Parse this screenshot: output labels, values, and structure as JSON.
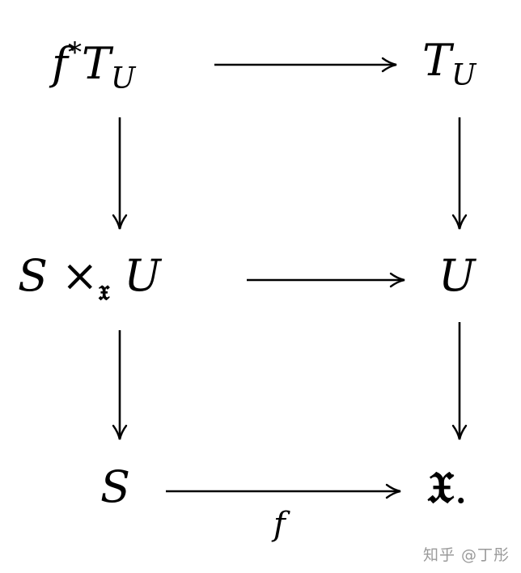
{
  "nodes": {
    "top_left": {
      "base": "f",
      "sup": "*",
      "main": "T",
      "sub": "U"
    },
    "top_right": {
      "main": "T",
      "sub": "U"
    },
    "mid_left": {
      "left": "S",
      "op": "×",
      "sub": "𝔵",
      "right": "U"
    },
    "mid_right": {
      "main": "U"
    },
    "bot_left": {
      "main": "S"
    },
    "bot_right": {
      "main": "𝔛",
      "punct": "."
    }
  },
  "arrow_labels": {
    "bottom": "f"
  },
  "watermark": "知乎 @丁彤"
}
